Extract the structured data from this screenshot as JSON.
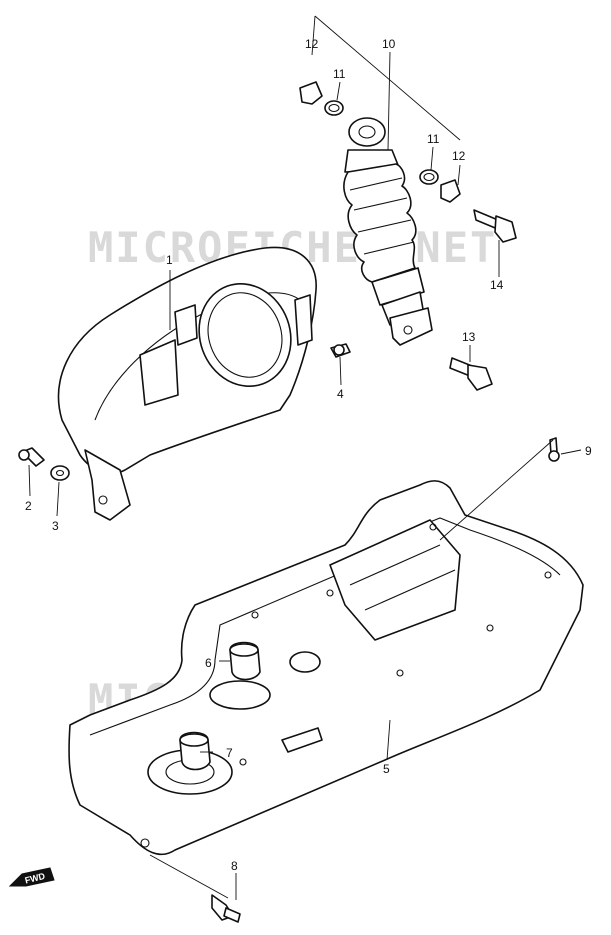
{
  "watermarks": [
    "MICROFICHES.NET",
    "MICROFICHES.NET"
  ],
  "direction_badge": "FWD",
  "callouts": [
    {
      "id": "c1",
      "label": "1"
    },
    {
      "id": "c2",
      "label": "2"
    },
    {
      "id": "c3",
      "label": "3"
    },
    {
      "id": "c4",
      "label": "4"
    },
    {
      "id": "c5",
      "label": "5"
    },
    {
      "id": "c6",
      "label": "6"
    },
    {
      "id": "c7",
      "label": "7"
    },
    {
      "id": "c8",
      "label": "8"
    },
    {
      "id": "c9",
      "label": "9"
    },
    {
      "id": "c10",
      "label": "10"
    },
    {
      "id": "c11a",
      "label": "11"
    },
    {
      "id": "c11b",
      "label": "11"
    },
    {
      "id": "c12a",
      "label": "12"
    },
    {
      "id": "c12b",
      "label": "12"
    },
    {
      "id": "c13",
      "label": "13"
    },
    {
      "id": "c14",
      "label": "14"
    }
  ]
}
